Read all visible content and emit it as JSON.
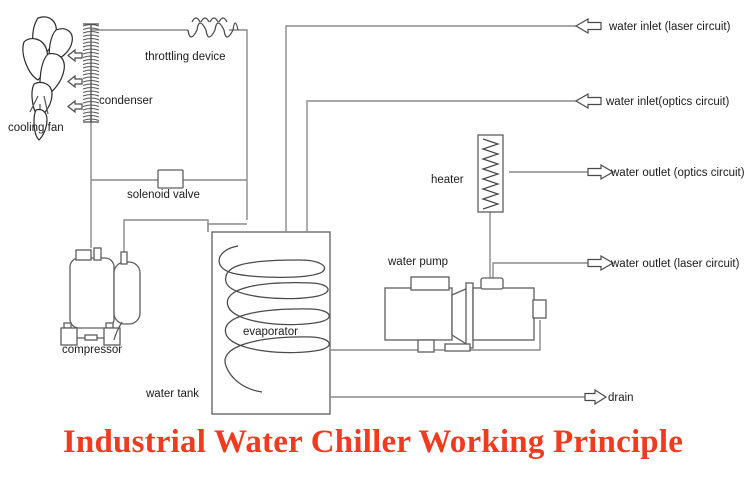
{
  "title": "Industrial Water Chiller Working Principle",
  "title_color": "#f03b20",
  "colors": {
    "pipe": "#8a8a8a",
    "part_outline": "#5e5e5e",
    "label_text": "#1b1b1b",
    "background": "#ffffff"
  },
  "components": {
    "cooling_fan": "cooling fan",
    "condenser": "condenser",
    "throttling_device": "throttling device",
    "solenoid_valve": "solenoid valve",
    "compressor": "compressor",
    "evaporator": "evaporator",
    "water_tank": "water tank",
    "heater": "heater",
    "water_pump": "water pump"
  },
  "ports": [
    {
      "id": "water-inlet-laser",
      "label": "water inlet (laser circuit)",
      "direction": "in",
      "arrow": "left"
    },
    {
      "id": "water-inlet-optics",
      "label": "water inlet(optics circuit)",
      "direction": "in",
      "arrow": "left"
    },
    {
      "id": "water-outlet-optics",
      "label": "water outlet (optics circuit)",
      "direction": "out",
      "arrow": "right"
    },
    {
      "id": "water-outlet-laser",
      "label": "water outlet (laser circuit)",
      "direction": "out",
      "arrow": "right"
    },
    {
      "id": "drain",
      "label": "drain",
      "direction": "out",
      "arrow": "right"
    }
  ],
  "airflow_arrows": {
    "count": 3,
    "direction": "left",
    "meaning": "air drawn across condenser by cooling fan"
  }
}
